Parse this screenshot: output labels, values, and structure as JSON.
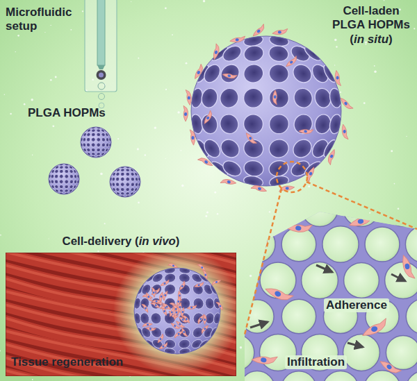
{
  "diagram": {
    "nodes": [
      {
        "text": [
          "Cell-delivery (in vivo)",
          "Tissue regeneration"
        ]
      }
    ],
    "labels": [
      "Microfluidic setup",
      "PLGA HOPMs",
      "Cell-laden PLGA HOPMs (in situ)",
      "Adherence",
      "Infiltration"
    ]
  }
}
